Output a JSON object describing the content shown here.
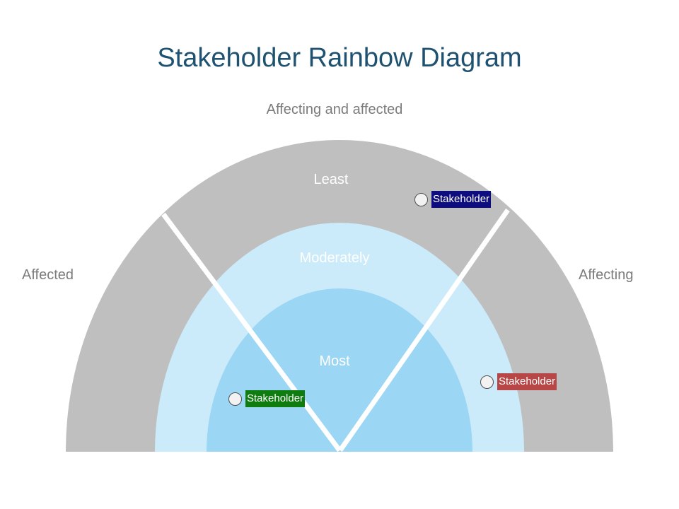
{
  "title": "Stakeholder Rainbow Diagram",
  "labels": {
    "top": "Affecting and affected",
    "left": "Affected",
    "right": "Affecting"
  },
  "rings": [
    {
      "name": "Least",
      "color": "#bfbfbf"
    },
    {
      "name": "Moderately",
      "color": "#cbebfa"
    },
    {
      "name": "Most",
      "color": "#9bd7f5"
    }
  ],
  "stakeholders": [
    {
      "label": "Stakeholder",
      "color": "#0d0d80"
    },
    {
      "label": "Stakeholder",
      "color": "#0f7c10"
    },
    {
      "label": "Stakeholder",
      "color": "#b84646"
    }
  ],
  "divider_color": "#ffffff"
}
